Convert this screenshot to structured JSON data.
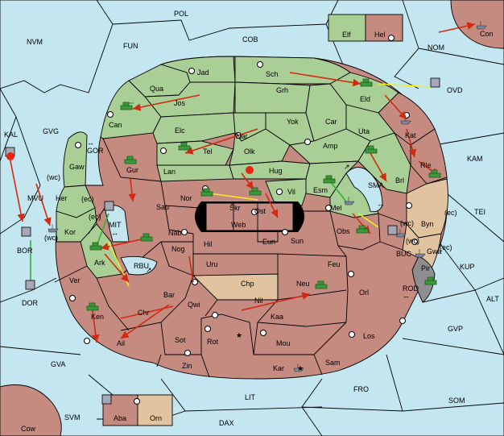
{
  "colors": {
    "sea": "#c3e6f0",
    "land_green": "#a9cf96",
    "land_red": "#c58a80",
    "land_tan": "#e1c49f",
    "land_grey": "#8e8e8e",
    "order_move": "#d22a10",
    "order_support": "#f0f020",
    "order_convoy": "#2db52d"
  },
  "map_title": "",
  "icons": {
    "army": "tank-icon",
    "fleet": "ship-icon",
    "supply_center": "supply-center-icon",
    "dislodged": "burst-icon",
    "star": "star-icon",
    "passage": "double-arrow-icon"
  },
  "sea_labels": [
    "POL",
    "NVM",
    "FUN",
    "COB",
    "NOM",
    "OVD",
    "KAL",
    "GVG",
    "KAM",
    "TEI",
    "KUP",
    "ALT",
    "GVP",
    "ROD",
    "MVU",
    "BOR",
    "DOR",
    "MIT",
    "RBU",
    "GOR",
    "SMA",
    "BUC",
    "GVA",
    "SVM",
    "LIT",
    "DAX",
    "FRO",
    "SOM",
    "Con",
    "Cow"
  ],
  "land_labels": [
    "Jad",
    "Sch",
    "Qua",
    "Jos",
    "Eld",
    "Can",
    "Grh",
    "Yok",
    "Car",
    "Elc",
    "Nar",
    "Uta",
    "Tel",
    "Olk",
    "Amp",
    "Kat",
    "Gur",
    "Lan",
    "Hug",
    "Brl",
    "Rle",
    "Gaw",
    "Her",
    "Kor",
    "Vil",
    "Esm",
    "Nor",
    "Sap",
    "Škr",
    "Ost",
    "Web",
    "Mel",
    "Byn",
    "Nab",
    "Eun",
    "Sun",
    "Obs",
    "Gwa",
    "Hil",
    "Nog",
    "Ark",
    "Uru",
    "Feu",
    "Pir",
    "Ver",
    "Bar",
    "Chp",
    "Neu",
    "Qwi",
    "Orl",
    "Nil",
    "Chr",
    "Kaa",
    "Ken",
    "Rot",
    "Sot",
    "Los",
    "Ail",
    "Mou",
    "Zin",
    "Kar",
    "Sam",
    "Aba",
    "Orn",
    "Elf",
    "Hel"
  ],
  "coast_tags": [
    "(wc)",
    "(wc)",
    "(ec)",
    "(ec)",
    "(wc)",
    "(ec)",
    "(wc)",
    "(ec)"
  ]
}
